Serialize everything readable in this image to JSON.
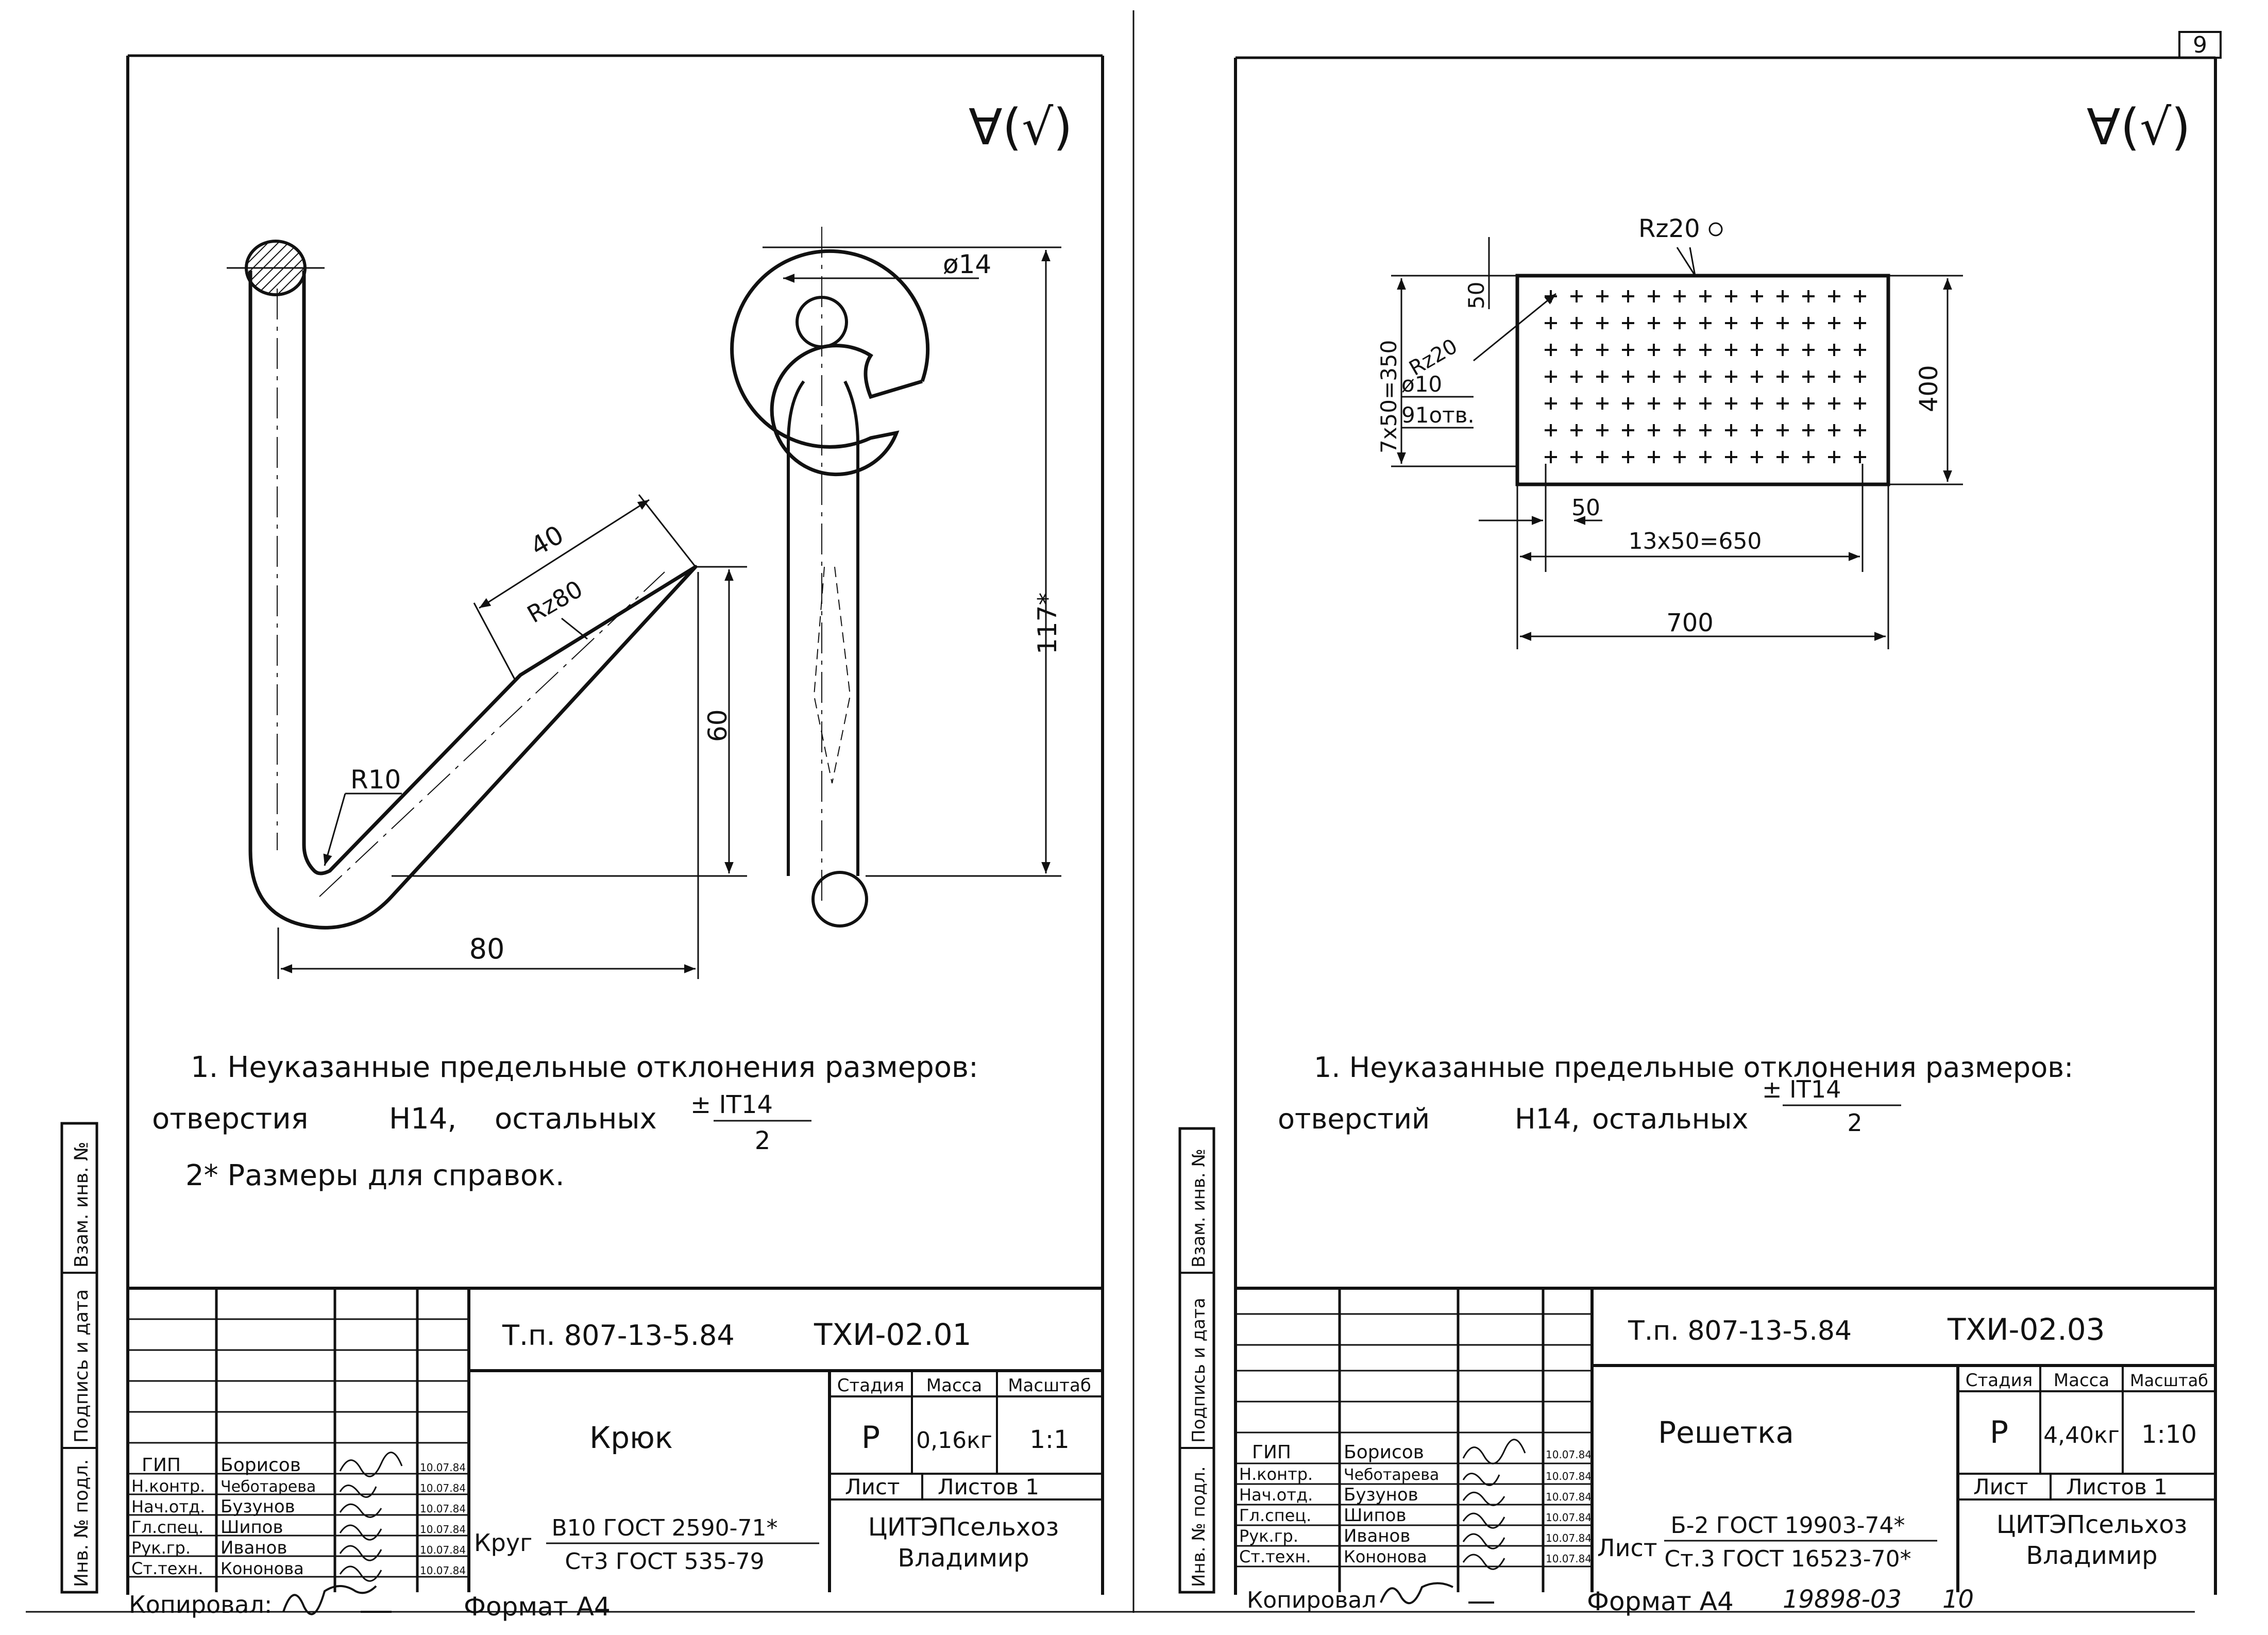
{
  "page_number": "9",
  "left_sheet": {
    "roughness_symbol": "∀(√)",
    "dims": {
      "d14": "ø14",
      "d40": "40",
      "rz80": "Rz80",
      "r10": "R10",
      "d60": "60",
      "d117": "117*",
      "d80": "80"
    },
    "notes": {
      "line1": "1. Неуказанные предельные отклонения размеров:",
      "line2_a": "отверстия",
      "line2_b": "H14,",
      "line2_c": "остальных",
      "tol_num": "± IT14",
      "tol_den": "2",
      "line3": "2* Размеры для справок."
    },
    "title_block": {
      "doc_number": "Т.п. 807-13-5.84",
      "code": "ТХИ-02.01",
      "part_name": "Крюк",
      "stage_header": "Стадия",
      "mass_header": "Масса",
      "scale_header": "Масштаб",
      "stage": "Р",
      "mass": "0,16кг",
      "scale": "1:1",
      "sheet_label": "Лист",
      "sheets_label": "Листов 1",
      "material_prefix": "Круг",
      "material_top": "В10 ГОСТ 2590-71*",
      "material_bottom": "Ст3 ГОСТ 535-79",
      "org_line1": "ЦИТЭПсельхоз",
      "org_line2": "Владимир",
      "roles": [
        "ГИП",
        "Н.контр.",
        "Нач.отд.",
        "Гл.спец.",
        "Рук.гр.",
        "Ст.техн."
      ],
      "names": [
        "Борисов",
        "Чеботарева",
        "Бузунов",
        "Шипов",
        "Иванов",
        "Кононова"
      ],
      "dates": [
        "10.07.84",
        "10.07.84",
        "10.07.84",
        "10.07.84",
        "10.07.84",
        "10.07.84"
      ]
    },
    "copied_by": "Копировал:",
    "format": "Формат А4"
  },
  "right_sheet": {
    "roughness_symbol": "∀(√)",
    "dims": {
      "rz20_top": "Rz20",
      "d50_v": "50",
      "d350": "7x50=350",
      "rz20_left": "Rz20",
      "hole": "ø10",
      "holes_count": "91отв.",
      "d400": "400",
      "d50_h": "50",
      "d650": "13x50=650",
      "d700": "700"
    },
    "notes": {
      "line1": "1. Неуказанные предельные отклонения размеров:",
      "line2_a": "отверстий",
      "line2_b": "H14,",
      "line2_c": "остальных",
      "tol_num": "± IT14",
      "tol_den": "2"
    },
    "title_block": {
      "doc_number": "Т.п. 807-13-5.84",
      "code": "ТХИ-02.03",
      "part_name": "Решетка",
      "stage_header": "Стадия",
      "mass_header": "Масса",
      "scale_header": "Масштаб",
      "stage": "Р",
      "mass": "4,40кг",
      "scale": "1:10",
      "sheet_label": "Лист",
      "sheets_label": "Листов 1",
      "material_prefix": "Лист",
      "material_top": "Б-2 ГОСТ 19903-74*",
      "material_bottom": "Ст.3 ГОСТ 16523-70*",
      "org_line1": "ЦИТЭПсельхоз",
      "org_line2": "Владимир",
      "roles": [
        "ГИП",
        "Н.контр.",
        "Нач.отд.",
        "Гл.спец.",
        "Рук.гр.",
        "Ст.техн."
      ],
      "names": [
        "Борисов",
        "Чеботарева",
        "Бузунов",
        "Шипов",
        "Иванов",
        "Кононова"
      ],
      "dates": [
        "10.07.84",
        "10.07.84",
        "10.07.84",
        "10.07.84",
        "10.07.84",
        "10.07.84"
      ]
    },
    "copied_by": "Копировал",
    "format": "Формат А4",
    "archive_number": "19898-03",
    "archive_page": "10"
  },
  "side_stamps": [
    "Инв. № подл.",
    "Подпись и дата",
    "Взам. инв. №"
  ]
}
